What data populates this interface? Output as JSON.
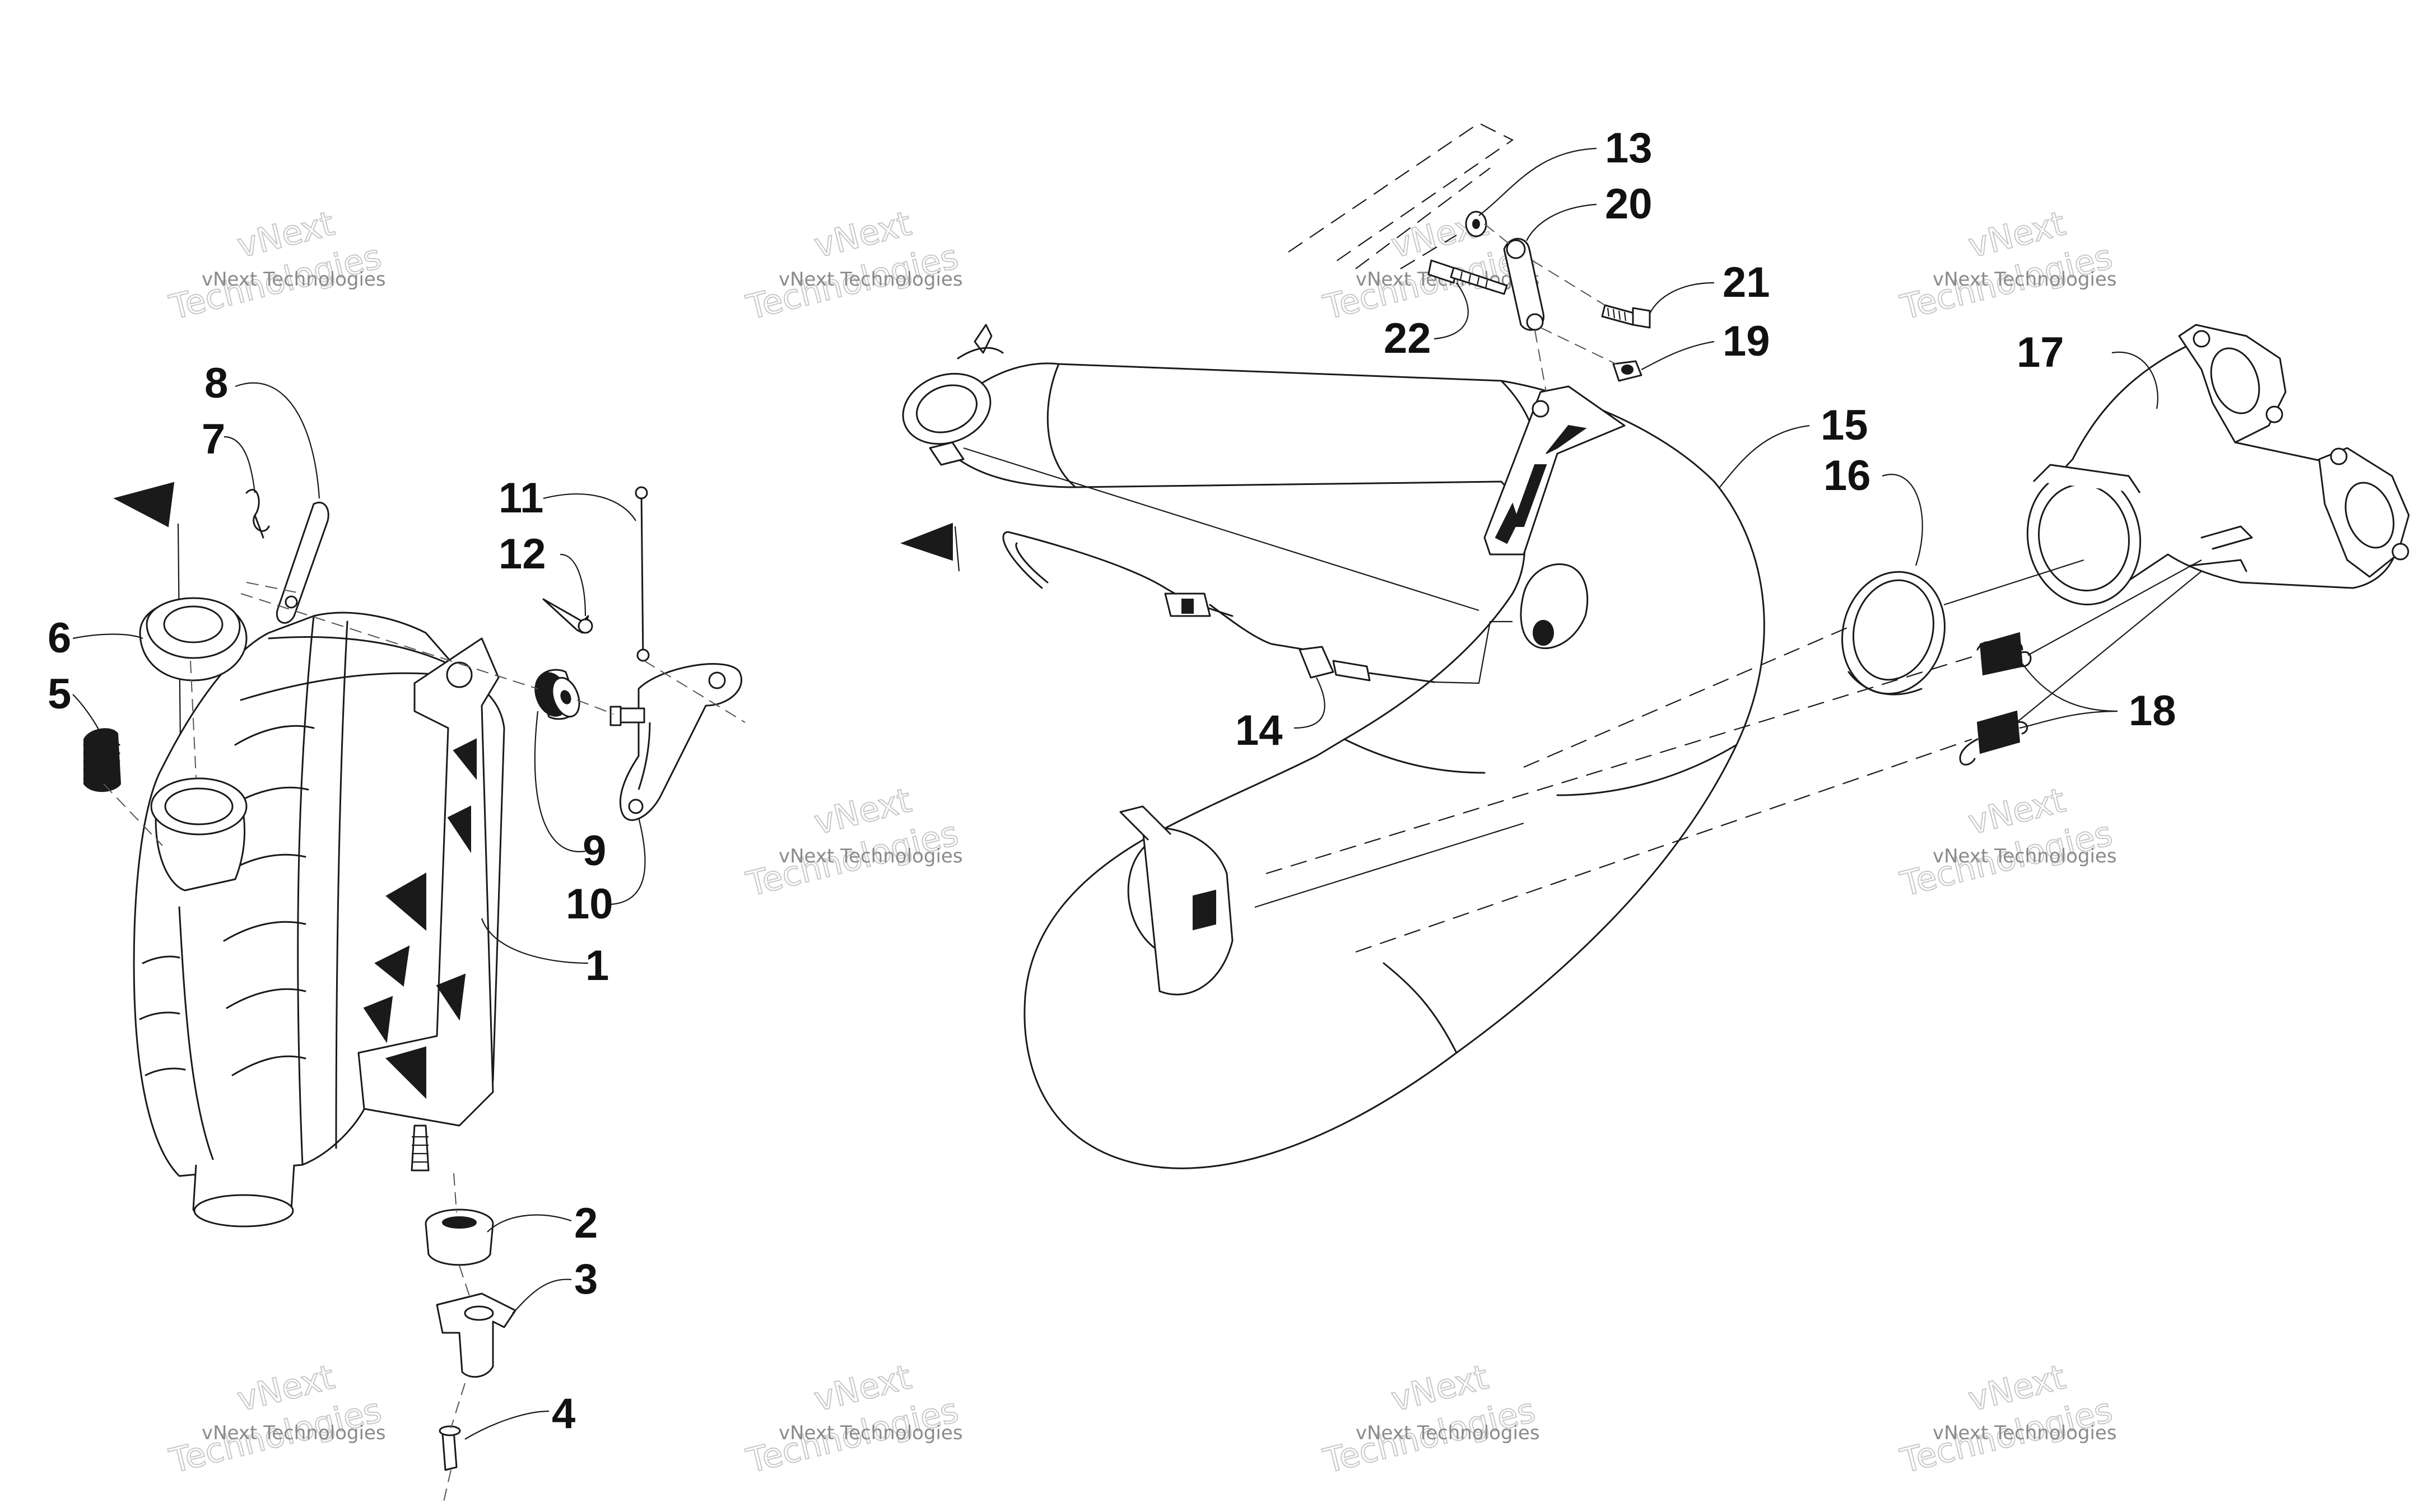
{
  "diagram": {
    "callouts": [
      {
        "id": "1",
        "text": "1"
      },
      {
        "id": "2",
        "text": "2"
      },
      {
        "id": "3",
        "text": "3"
      },
      {
        "id": "4",
        "text": "4"
      },
      {
        "id": "5",
        "text": "5"
      },
      {
        "id": "6",
        "text": "6"
      },
      {
        "id": "7",
        "text": "7"
      },
      {
        "id": "8",
        "text": "8"
      },
      {
        "id": "9",
        "text": "9"
      },
      {
        "id": "10",
        "text": "10"
      },
      {
        "id": "11",
        "text": "11"
      },
      {
        "id": "12",
        "text": "12"
      },
      {
        "id": "13",
        "text": "13"
      },
      {
        "id": "14",
        "text": "14"
      },
      {
        "id": "15",
        "text": "15"
      },
      {
        "id": "16",
        "text": "16"
      },
      {
        "id": "17",
        "text": "17"
      },
      {
        "id": "18",
        "text": "18"
      },
      {
        "id": "19",
        "text": "19"
      },
      {
        "id": "20",
        "text": "20"
      },
      {
        "id": "21",
        "text": "21"
      },
      {
        "id": "22",
        "text": "22"
      }
    ],
    "watermark": {
      "line_small": "vNext Technologies",
      "line_big_1": "vNext",
      "line_big_2": "Technologies"
    }
  }
}
